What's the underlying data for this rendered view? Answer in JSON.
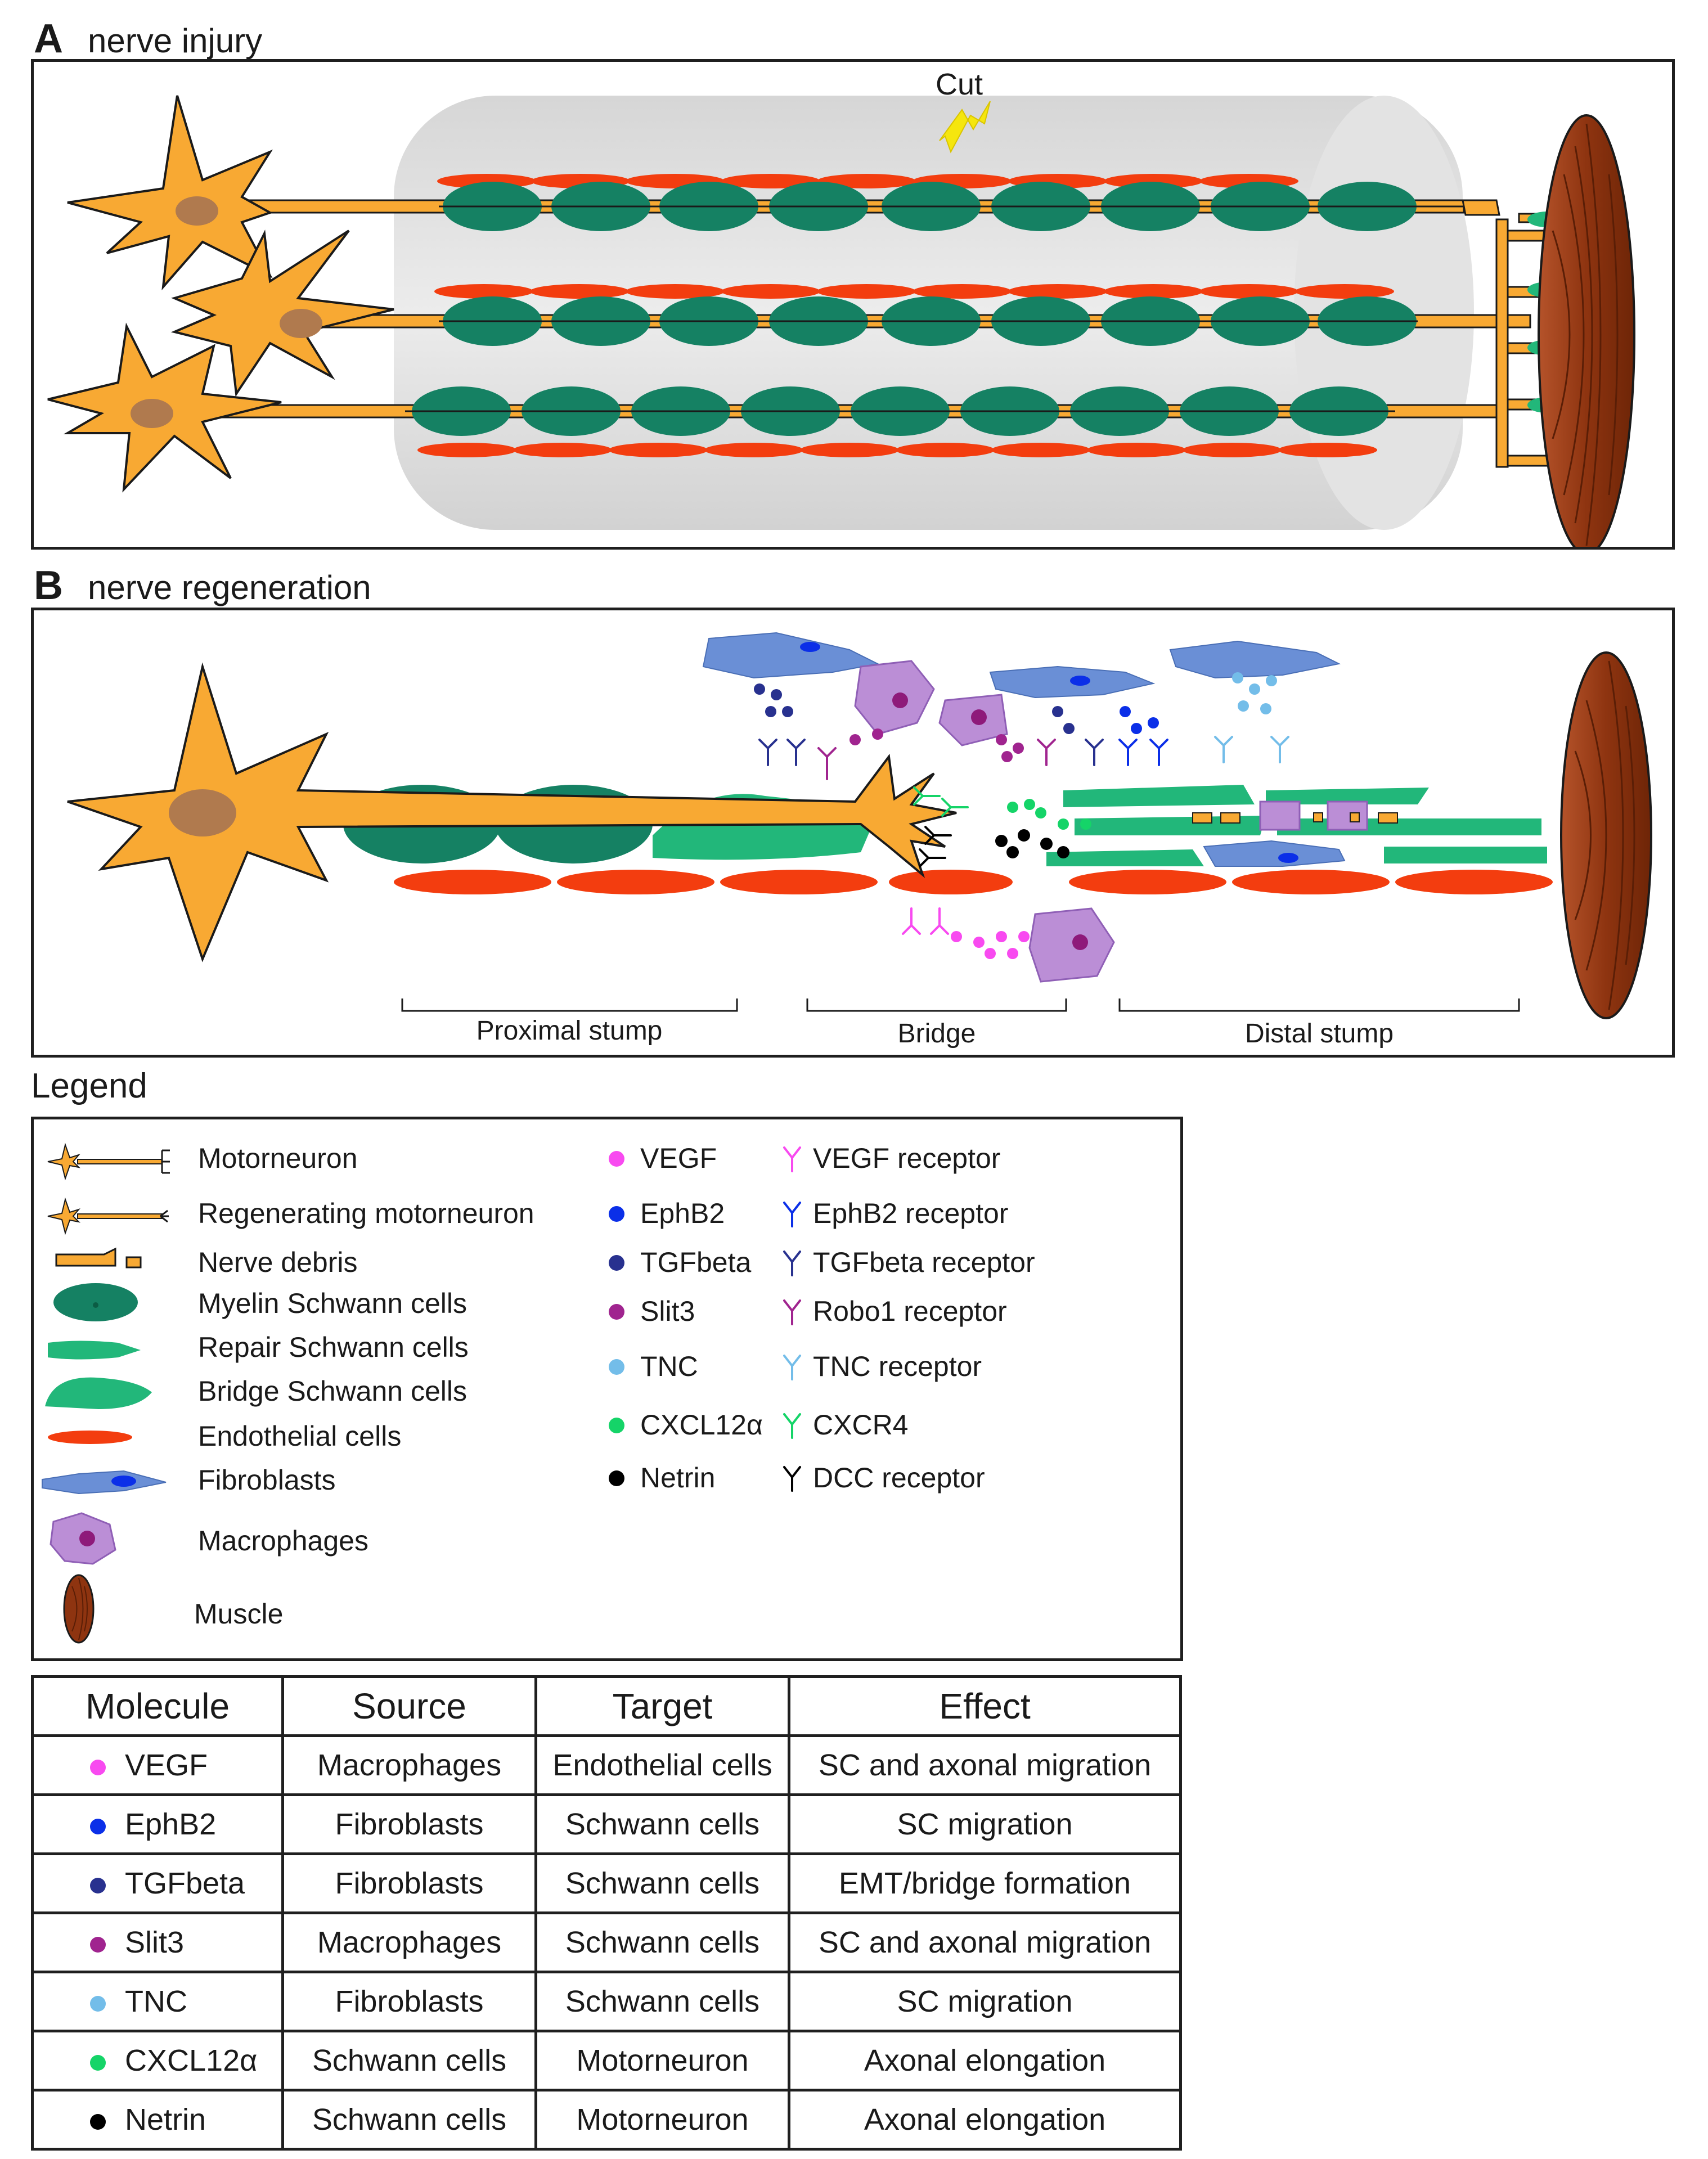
{
  "panel_a": {
    "letter": "A",
    "title": "nerve injury",
    "cut_label": "Cut"
  },
  "panel_b": {
    "letter": "B",
    "title": "nerve regeneration",
    "regions": [
      "Proximal stump",
      "Bridge",
      "Distal stump"
    ]
  },
  "legend": {
    "title": "Legend",
    "cells": [
      {
        "label": "Motorneuron",
        "icon": "motorneuron-icon"
      },
      {
        "label": "Regenerating motorneuron",
        "icon": "regenerating-motorneuron-icon"
      },
      {
        "label": "Nerve debris",
        "icon": "nerve-debris-icon"
      },
      {
        "label": "Myelin Schwann cells",
        "icon": "myelin-schwann-cell-icon"
      },
      {
        "label": "Repair Schwann cells",
        "icon": "repair-schwann-cell-icon"
      },
      {
        "label": "Bridge Schwann cells",
        "icon": "bridge-schwann-cell-icon"
      },
      {
        "label": "Endothelial cells",
        "icon": "endothelial-cell-icon"
      },
      {
        "label": "Fibroblasts",
        "icon": "fibroblast-icon"
      },
      {
        "label": "Macrophages",
        "icon": "macrophage-icon"
      },
      {
        "label": "Muscle",
        "icon": "muscle-icon"
      }
    ],
    "molecules": [
      {
        "label": "VEGF",
        "color": "#f84af0"
      },
      {
        "label": "EphB2",
        "color": "#0b2fe8"
      },
      {
        "label": "TGFbeta",
        "color": "#28318f"
      },
      {
        "label": "Slit3",
        "color": "#a0248f"
      },
      {
        "label": "TNC",
        "color": "#73bde9"
      },
      {
        "label": "CXCL12α",
        "color": "#15d468"
      },
      {
        "label": "Netrin",
        "color": "#000000"
      }
    ],
    "receptors": [
      {
        "label": "VEGF receptor",
        "color": "#f84af0"
      },
      {
        "label": "EphB2 receptor",
        "color": "#0b2fe8"
      },
      {
        "label": "TGFbeta receptor",
        "color": "#28318f"
      },
      {
        "label": "Robo1 receptor",
        "color": "#a0248f"
      },
      {
        "label": "TNC receptor",
        "color": "#73bde9"
      },
      {
        "label": "CXCR4",
        "color": "#15d468"
      },
      {
        "label": "DCC receptor",
        "color": "#000000"
      }
    ]
  },
  "table": {
    "headers": [
      "Molecule",
      "Source",
      "Target",
      "Effect"
    ],
    "rows": [
      {
        "molecule": "VEGF",
        "color": "#f84af0",
        "source": "Macrophages",
        "target": "Endothelial cells",
        "effect": "SC and axonal migration"
      },
      {
        "molecule": "EphB2",
        "color": "#0b2fe8",
        "source": "Fibroblasts",
        "target": "Schwann cells",
        "effect": "SC migration"
      },
      {
        "molecule": "TGFbeta",
        "color": "#28318f",
        "source": "Fibroblasts",
        "target": "Schwann cells",
        "effect": "EMT/bridge formation"
      },
      {
        "molecule": "Slit3",
        "color": "#a0248f",
        "source": "Macrophages",
        "target": "Schwann cells",
        "effect": "SC and axonal migration"
      },
      {
        "molecule": "TNC",
        "color": "#73bde9",
        "source": "Fibroblasts",
        "target": "Schwann cells",
        "effect": "SC migration"
      },
      {
        "molecule": "CXCL12α",
        "color": "#15d468",
        "source": "Schwann cells",
        "target": "Motorneuron",
        "effect": "Axonal elongation"
      },
      {
        "molecule": "Netrin",
        "color": "#000000",
        "source": "Schwann cells",
        "target": "Motorneuron",
        "effect": "Axonal elongation"
      }
    ]
  },
  "colors": {
    "neuron": "#f8a933",
    "nucleus": "#b07a4e",
    "myelin": "#158163",
    "repair": "#22b77a",
    "endothelial": "#f33d0f",
    "fibroblast": "#6a8fd6",
    "macrophage": "#bb8ed6",
    "muscle": "#9c3d17"
  }
}
